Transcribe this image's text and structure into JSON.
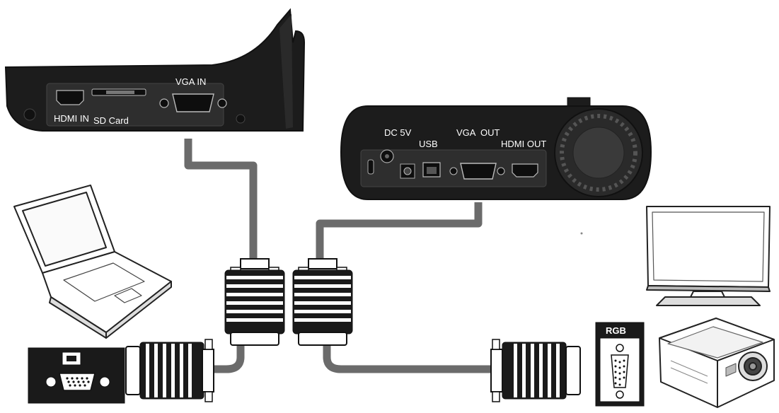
{
  "camera_ports": {
    "hdmi_in": "HDMI IN",
    "sd_card": "SD Card",
    "vga_in": "VGA IN"
  },
  "base_ports": {
    "dc_5v": "DC 5V",
    "usb": "USB",
    "vga_out": "VGA  OUT",
    "hdmi_out": "HDMI OUT"
  },
  "monitor_port": {
    "rgb": "RGB"
  },
  "colors": {
    "device_body": "#1c1c1c",
    "device_panel": "#2e2e2e",
    "cable": "#6b6b6b",
    "connector": "#1a1a1a",
    "outline": "#111111"
  },
  "icons": [
    "laptop-icon",
    "monitor-icon",
    "projector-icon",
    "vga-connector-icon"
  ]
}
